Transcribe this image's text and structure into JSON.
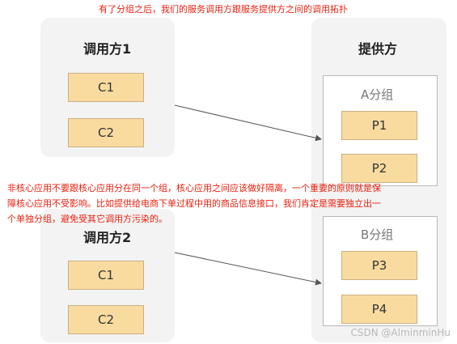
{
  "top_caption": "有了分组之后，我们的服务调用方跟服务提供方之间的调用拓扑",
  "middle_caption": {
    "line1": "非核心应用不要跟核心应用分在同一个组，核心应用之间应该做好隔离，一个重要的原则就是保",
    "line2": "障核心应用不受影响。比如提供给电商下单过程中用的商品信息接口，我们肯定是需要独立出一",
    "line3": "个单独分组，避免受其它调用方污染的。"
  },
  "callers": [
    {
      "title": "调用方1",
      "nodes": [
        "C1",
        "C2"
      ]
    },
    {
      "title": "调用方2",
      "nodes": [
        "C1",
        "C2"
      ]
    }
  ],
  "provider": {
    "title": "提供方",
    "groups": [
      {
        "title": "A分组",
        "nodes": [
          "P1",
          "P2"
        ]
      },
      {
        "title": "B分组",
        "nodes": [
          "P3",
          "P4"
        ]
      }
    ]
  },
  "watermark": "CSDN @AlminminHu",
  "colors": {
    "panel_bg": "#f3f3f3",
    "node_fill": "#f9dba0",
    "annotation_text": "#e8200f",
    "arrow": "#555555"
  }
}
